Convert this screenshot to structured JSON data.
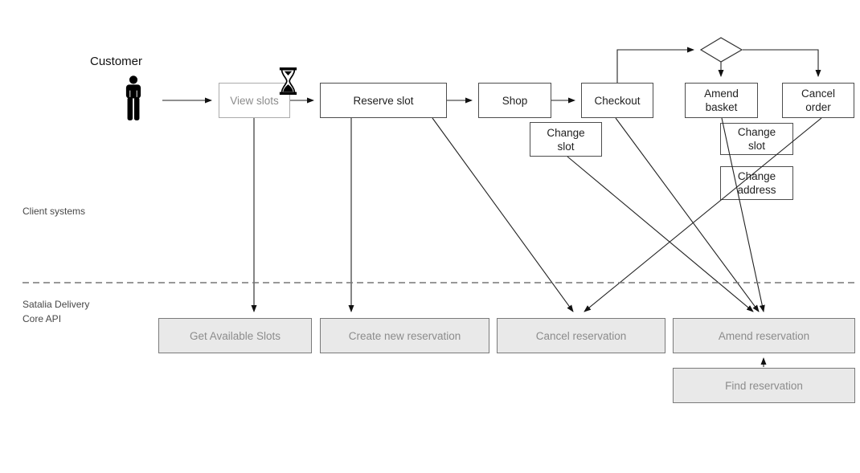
{
  "actor": {
    "label": "Customer"
  },
  "lanes": {
    "client": "Client systems",
    "api": "Satalia Delivery\nCore API"
  },
  "client_boxes": {
    "view_slots": "View slots",
    "reserve_slot": "Reserve slot",
    "shop": "Shop",
    "checkout": "Checkout",
    "change_slot_checkout": "Change\nslot",
    "amend_basket": "Amend\nbasket",
    "cancel_order": "Cancel\norder",
    "change_slot_amend": "Change\nslot",
    "change_address": "Change\naddress"
  },
  "api_boxes": {
    "get_available_slots": "Get Available Slots",
    "create_new_reservation": "Create new reservation",
    "cancel_reservation": "Cancel reservation",
    "amend_reservation": "Amend reservation",
    "find_reservation": "Find reservation"
  },
  "icons": {
    "person": "person-icon",
    "hourglass": "hourglass-icon",
    "decision": "decision-diamond"
  },
  "colors": {
    "box_border_dark": "#4d4d4d",
    "box_border_light": "#ababab",
    "box_text_dark": "#1f1f1f",
    "box_text_light": "#8c8c8c",
    "api_box_fill": "#e9e9e9",
    "api_box_border": "#7a7a7a",
    "api_box_text": "#8c8c8c",
    "connector": "#222222",
    "dashed_separator": "#777777"
  }
}
